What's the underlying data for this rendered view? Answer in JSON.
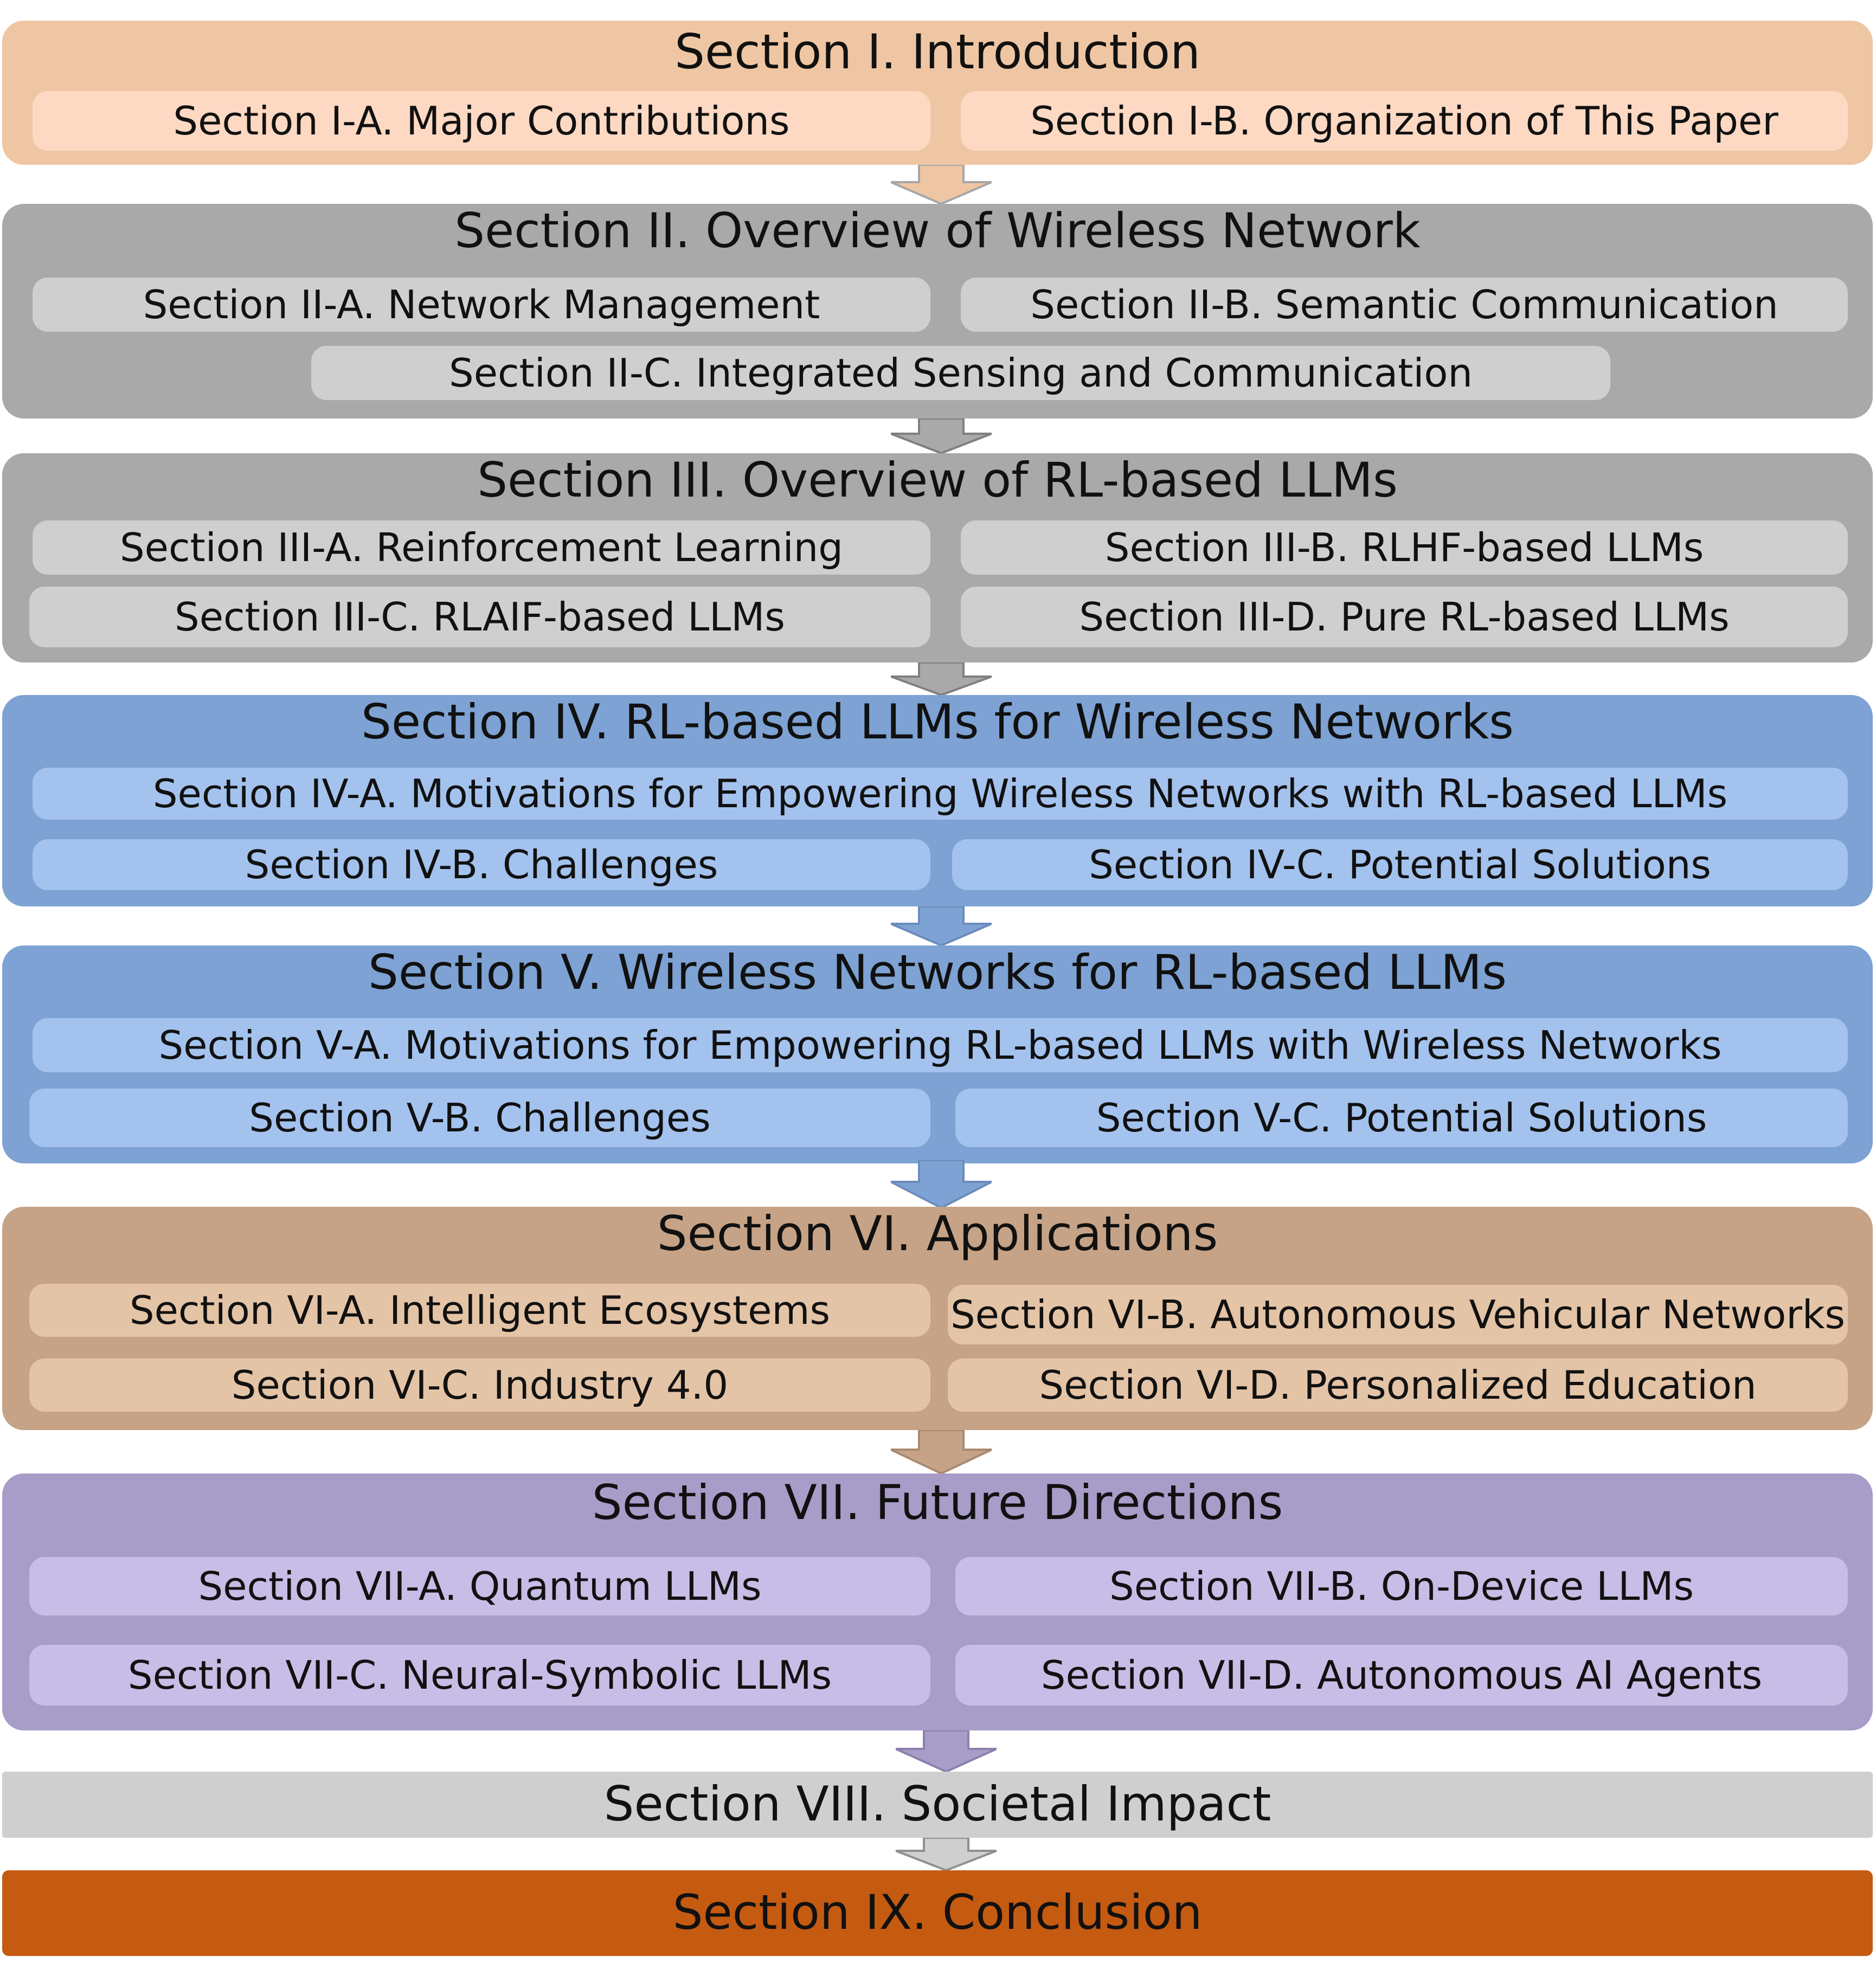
{
  "colors": {
    "intro": "#efc6a3",
    "overview": "#a9a9a9",
    "rl_wireless": "#7da2d3",
    "applications": "#c6a386",
    "future": "#a89cc8",
    "societal": "#cfcfcf",
    "conclusion": "#c55a11"
  },
  "sections": [
    {
      "title": "Section I. Introduction",
      "subsections": [
        "Section I-A.  Major Contributions",
        "Section I-B. Organization of This Paper"
      ]
    },
    {
      "title": "Section II. Overview of Wireless Network",
      "subsections": [
        "Section II-A.  Network Management",
        "Section II-B.  Semantic Communication",
        "Section II-C. Integrated Sensing and Communication"
      ]
    },
    {
      "title": "Section III. Overview of RL-based LLMs",
      "subsections": [
        "Section III-A.  Reinforcement Learning",
        "Section III-B.  RLHF-based LLMs",
        "Section III-C.  RLAIF-based LLMs",
        "Section III-D.  Pure RL-based LLMs"
      ]
    },
    {
      "title": "Section IV. RL-based LLMs for Wireless Networks",
      "subsections": [
        "Section IV-A.  Motivations for Empowering Wireless Networks with RL-based LLMs",
        "Section IV-B.  Challenges",
        "Section IV-C.  Potential Solutions"
      ]
    },
    {
      "title": "Section V. Wireless Networks for RL-based LLMs",
      "subsections": [
        "Section V-A.  Motivations for Empowering RL-based LLMs with Wireless Networks",
        "Section V-B.  Challenges",
        "Section V-C.  Potential Solutions"
      ]
    },
    {
      "title": "Section VI. Applications",
      "subsections": [
        "Section VI-A.  Intelligent Ecosystems",
        "Section VI-B.  Autonomous Vehicular Networks",
        "Section VI-C. Industry 4.0",
        "Section VI-D.  Personalized Education"
      ]
    },
    {
      "title": "Section VII. Future Directions",
      "subsections": [
        "Section VII-A.  Quantum LLMs",
        "Section VII-B. On-Device LLMs",
        "Section VII-C. Neural-Symbolic LLMs",
        "Section VII-D.  Autonomous AI Agents"
      ]
    },
    {
      "title": "Section VIII. Societal Impact",
      "subsections": []
    },
    {
      "title": "Section IX. Conclusion",
      "subsections": []
    }
  ]
}
